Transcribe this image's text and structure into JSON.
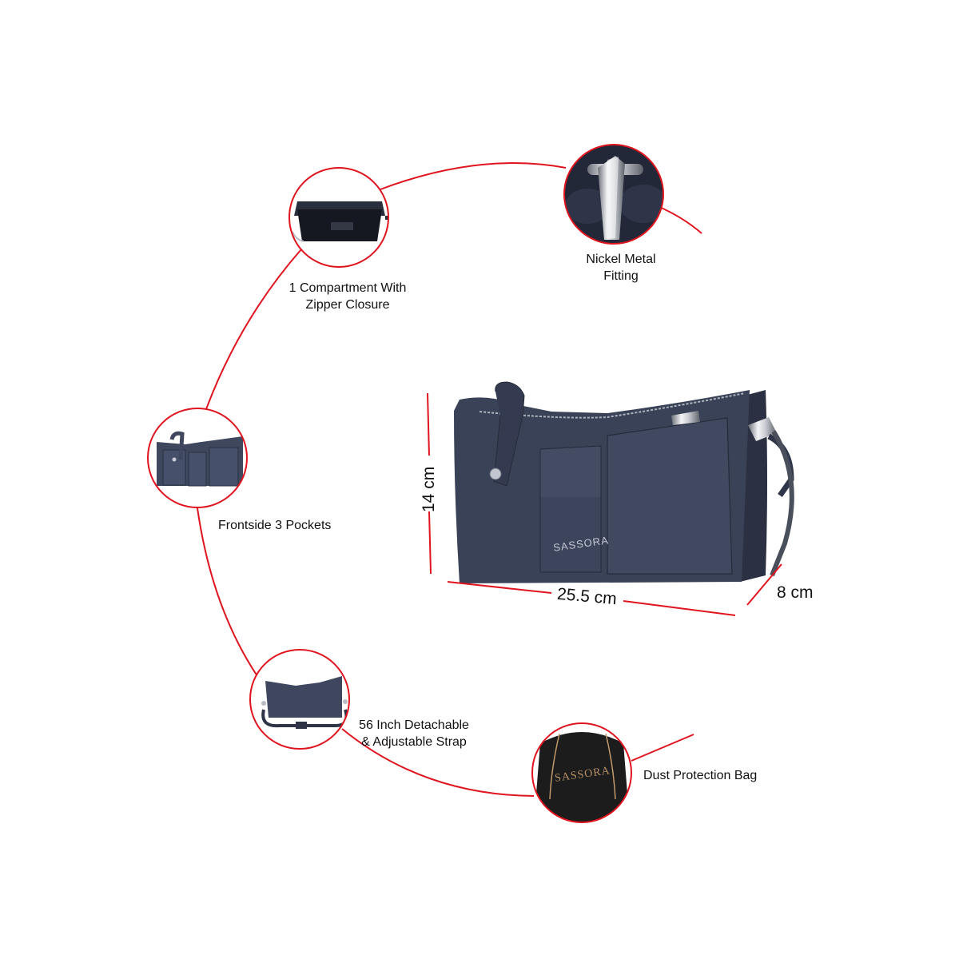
{
  "features": {
    "compartment": {
      "line1": "1 Compartment With",
      "line2": "Zipper Closure"
    },
    "fitting": {
      "line1": "Nickel Metal",
      "line2": "Fitting"
    },
    "pockets": {
      "line1": "Frontside 3 Pockets"
    },
    "strap": {
      "line1": "56 Inch Detachable",
      "line2": "& Adjustable Strap"
    },
    "dustbag": {
      "line1": "Dust Protection Bag"
    }
  },
  "dimensions": {
    "height": "14 cm",
    "width": "25.5 cm",
    "depth": "8 cm"
  },
  "brand": {
    "logo_text": "SASSORA"
  },
  "colors": {
    "accent_red": "#e0141e",
    "bag_navy": "#3a4258",
    "dust_bag": "#1c1c1c"
  }
}
